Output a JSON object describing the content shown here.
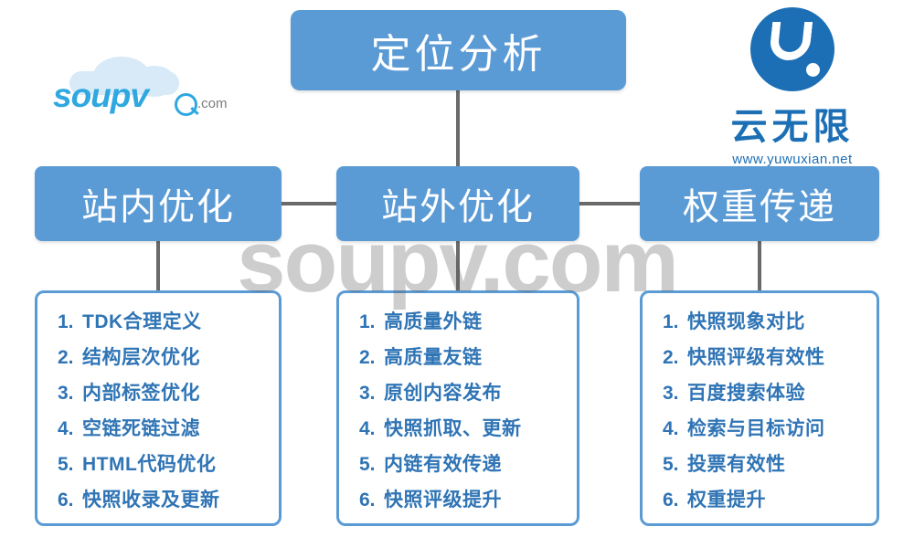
{
  "diagram": {
    "title": "定位分析",
    "branches": [
      {
        "heading": "站内优化",
        "items": [
          {
            "num": "1.",
            "text": "TDK合理定义"
          },
          {
            "num": "2.",
            "text": "结构层次优化"
          },
          {
            "num": "3.",
            "text": "内部标签优化"
          },
          {
            "num": "4.",
            "text": "空链死链过滤"
          },
          {
            "num": "5.",
            "text": "HTML代码优化"
          },
          {
            "num": "6.",
            "text": "快照收录及更新"
          }
        ]
      },
      {
        "heading": "站外优化",
        "items": [
          {
            "num": "1.",
            "text": "高质量外链"
          },
          {
            "num": "2.",
            "text": "高质量友链"
          },
          {
            "num": "3.",
            "text": "原创内容发布"
          },
          {
            "num": "4.",
            "text": "快照抓取、更新"
          },
          {
            "num": "5.",
            "text": "内链有效传递"
          },
          {
            "num": "6.",
            "text": "快照评级提升"
          }
        ]
      },
      {
        "heading": "权重传递",
        "items": [
          {
            "num": "1.",
            "text": "快照现象对比"
          },
          {
            "num": "2.",
            "text": "快照评级有效性"
          },
          {
            "num": "3.",
            "text": "百度搜索体验"
          },
          {
            "num": "4.",
            "text": "检索与目标访问"
          },
          {
            "num": "5.",
            "text": "投票有效性"
          },
          {
            "num": "6.",
            "text": "权重提升"
          }
        ]
      }
    ]
  },
  "logo_left": {
    "wordmark": "soupv",
    "suffix": ".com"
  },
  "logo_right": {
    "name": "云无限",
    "url": "www.yuwuxian.net"
  },
  "watermark": {
    "text": "soupv.com"
  },
  "colors": {
    "box_fill": "#5b9bd5",
    "box_text": "#ffffff",
    "list_text": "#2f74b5",
    "connector": "#6a6a6a",
    "logo_blue": "#1c6fb5",
    "logo_cyan": "#2fa8e0"
  }
}
